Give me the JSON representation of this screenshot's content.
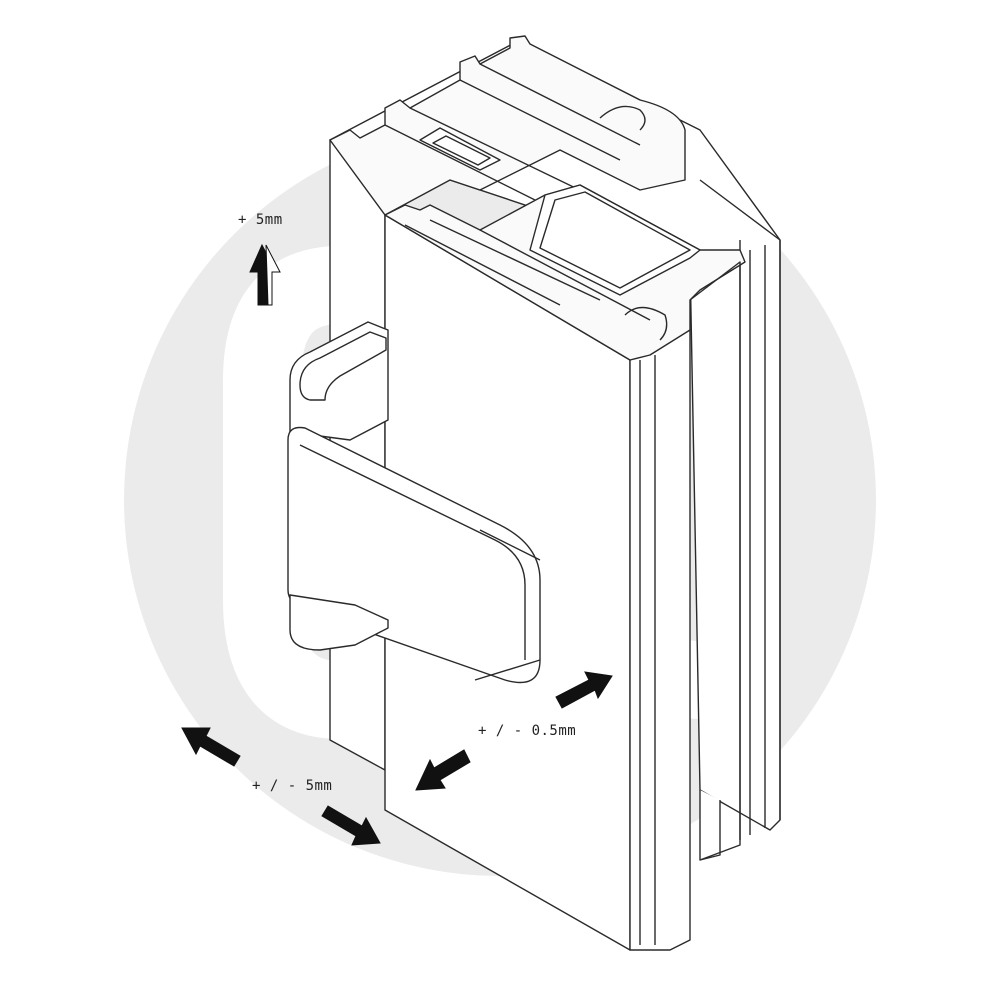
{
  "diagram": {
    "subject": "Adjustable flag hinge mounted on uPVC door/window profile (isometric view)",
    "colors": {
      "background": "#ffffff",
      "watermark_circle": "#ebebeb",
      "watermark_mark": "#ffffff",
      "line": "#2a2a2a",
      "arrow_fill": "#111111"
    },
    "annotations": [
      {
        "id": "vertical",
        "text": "+ 5mm",
        "direction": "up"
      },
      {
        "id": "compression",
        "text": "+ / - 0.5mm",
        "direction": "in-out diagonal"
      },
      {
        "id": "lateral",
        "text": "+ / - 5mm",
        "direction": "left-right diagonal"
      }
    ],
    "parts": [
      "frame-profile",
      "sash-profile",
      "hinge-top-knuckle",
      "hinge-leaf",
      "hinge-bottom-knuckle"
    ]
  }
}
